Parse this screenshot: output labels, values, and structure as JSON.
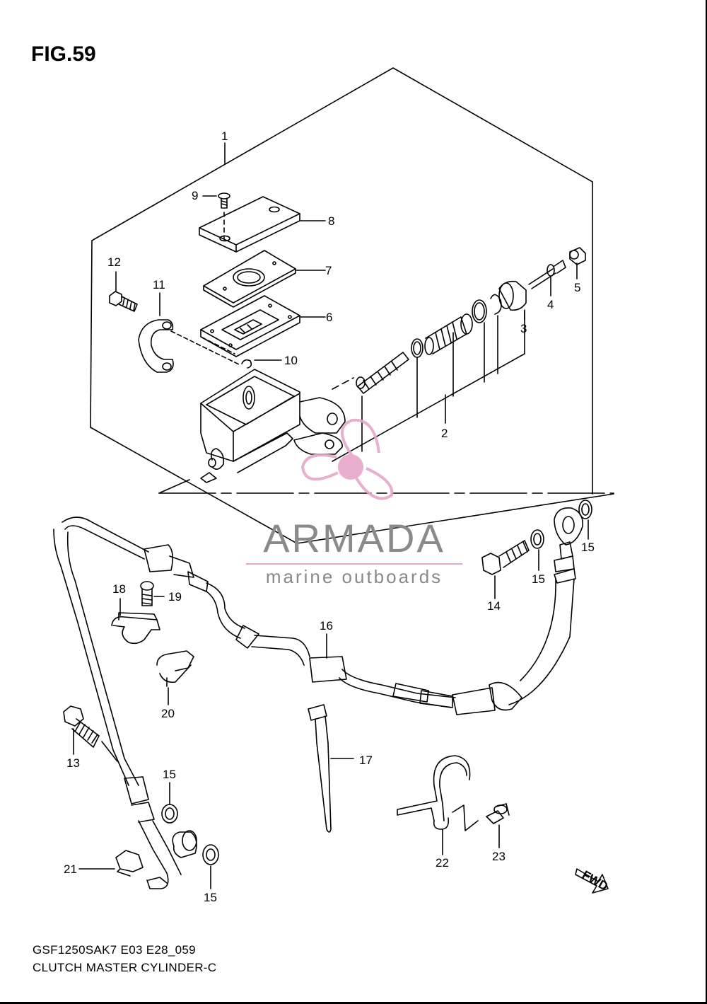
{
  "figure": {
    "title": "FIG.59",
    "model_code": "GSF1250SAK7 E03 E28_059",
    "subtitle": "CLUTCH MASTER CYLINDER-C",
    "fwd_label": "FWD"
  },
  "watermark": {
    "brand": "ARMADA",
    "tagline": "marine outboards",
    "colors": {
      "logo": "#e5a6c9",
      "text": "#8a8a8a"
    }
  },
  "callouts": [
    "1",
    "2",
    "3",
    "4",
    "5",
    "6",
    "7",
    "8",
    "9",
    "10",
    "11",
    "12",
    "13",
    "14",
    "15",
    "15",
    "15",
    "15",
    "16",
    "17",
    "18",
    "19",
    "20",
    "21",
    "22",
    "23"
  ]
}
